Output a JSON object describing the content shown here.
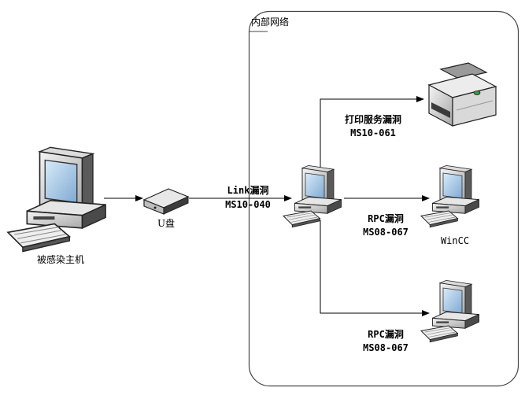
{
  "zone": {
    "title": "内部网络"
  },
  "nodes": {
    "infected_host": {
      "label": "被感染主机"
    },
    "usb": {
      "label": "U盘"
    },
    "winCC": {
      "label": "WinCC"
    }
  },
  "edges": {
    "link": {
      "line1": "Link漏洞",
      "line2": "MS10-040"
    },
    "print": {
      "line1": "打印服务漏洞",
      "line2": "MS10-061"
    },
    "rpc1": {
      "line1": "RPC漏洞",
      "line2": "MS08-067"
    },
    "rpc2": {
      "line1": "RPC漏洞",
      "line2": "MS08-067"
    }
  },
  "colors": {
    "line": "#000000",
    "zone_border": "#444444",
    "device_light": "#e8e8e8",
    "device_mid": "#b5b5b5",
    "device_dark": "#3a3a3a",
    "screen": "#a9c9e6"
  }
}
